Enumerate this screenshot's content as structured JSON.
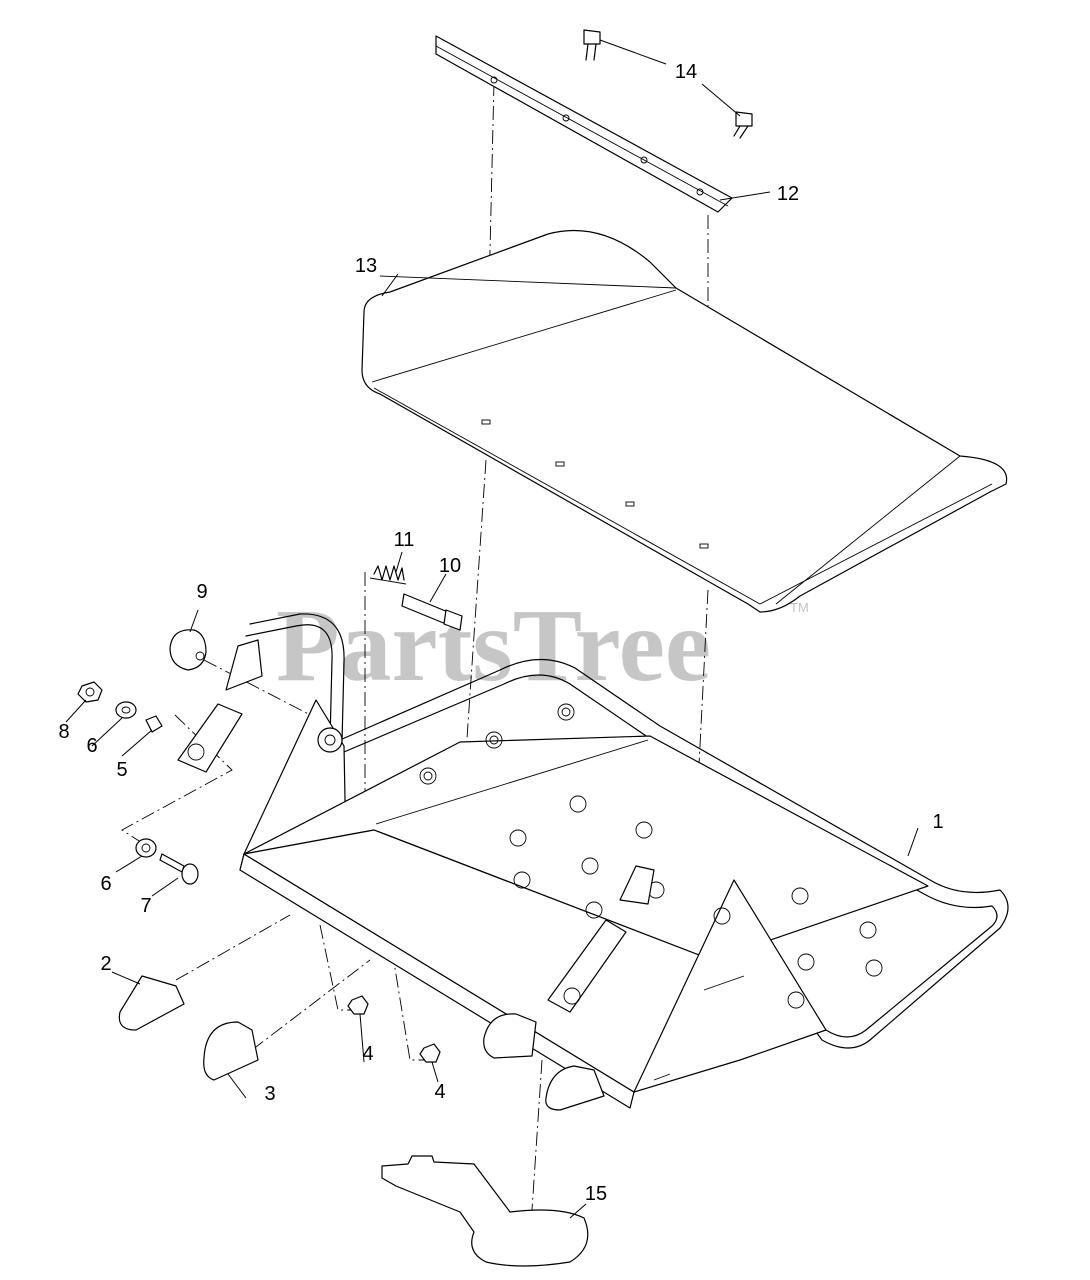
{
  "watermark": {
    "text": "PartsTree",
    "trademark": "TM"
  },
  "callouts": [
    "1",
    "2",
    "3",
    "4",
    "4",
    "5",
    "6",
    "6",
    "7",
    "8",
    "9",
    "10",
    "11",
    "12",
    "13",
    "14",
    "15"
  ],
  "colors": {
    "line": "#000000",
    "background": "#ffffff",
    "watermark": "#b4b4b4"
  }
}
